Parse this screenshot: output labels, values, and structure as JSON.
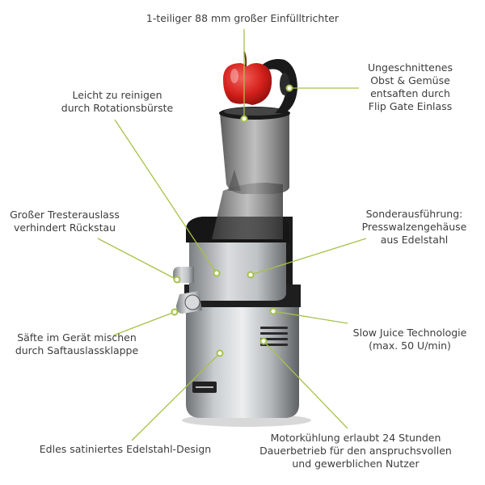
{
  "labels": [
    {
      "id": "einfuelltrichter",
      "lines": [
        "1-teiliger 88 mm großer Einfülltrichter"
      ]
    },
    {
      "id": "rotationsbuerste",
      "lines": [
        "Leicht zu reinigen",
        "durch Rotationsbürste"
      ]
    },
    {
      "id": "flip-gate",
      "lines": [
        "Ungeschnittenes",
        "Obst & Gemüse",
        "entsaften durch",
        "Flip Gate Einlass"
      ]
    },
    {
      "id": "tresterauslass",
      "lines": [
        "Großer Tresterauslass",
        "verhindert Rückstau"
      ]
    },
    {
      "id": "edelstahl-gehaeuse",
      "lines": [
        "Sonderausführung:",
        "Presswalzengehäuse",
        "aus Edelstahl"
      ]
    },
    {
      "id": "saftauslassklappe",
      "lines": [
        "Säfte im Gerät mischen",
        "durch Saftauslassklappe"
      ]
    },
    {
      "id": "slow-juice",
      "lines": [
        "Slow Juice Technologie",
        "(max. 50 U/min)"
      ]
    },
    {
      "id": "edelstahl-design",
      "lines": [
        "Edles satiniertes Edelstahl-Design"
      ]
    },
    {
      "id": "motorkuehlung",
      "lines": [
        "Motorkühlung erlaubt 24 Stunden",
        "Dauerbetrieb für den anspruchsvollen",
        "und gewerblichen Nutzer"
      ]
    }
  ],
  "colors": {
    "leader_line": "#a6c24a",
    "marker": "#a6c24a",
    "text": "#3d3d3d"
  }
}
